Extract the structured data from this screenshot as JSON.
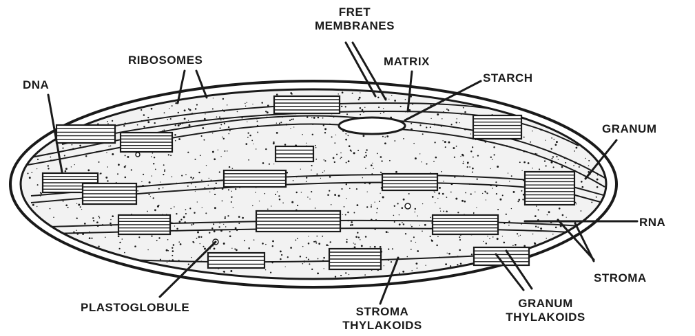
{
  "colors": {
    "ink": "#1a1a1a",
    "background": "#ffffff",
    "stroma_fill": "#f2f2f2"
  },
  "labels": {
    "fret_membranes_line1": "FRET",
    "fret_membranes_line2": "MEMBRANES",
    "ribosomes": "RIBOSOMES",
    "matrix": "MATRIX",
    "starch": "STARCH",
    "dna": "DNA",
    "granum": "GRANUM",
    "rna": "RNA",
    "stroma": "STROMA",
    "plastoglobule": "PLASTOGLOBULE",
    "stroma_thylakoids_line1": "STROMA",
    "stroma_thylakoids_line2": "THYLAKOIDS",
    "granum_thylakoids_line1": "GRANUM",
    "granum_thylakoids_line2": "THYLAKOIDS"
  }
}
